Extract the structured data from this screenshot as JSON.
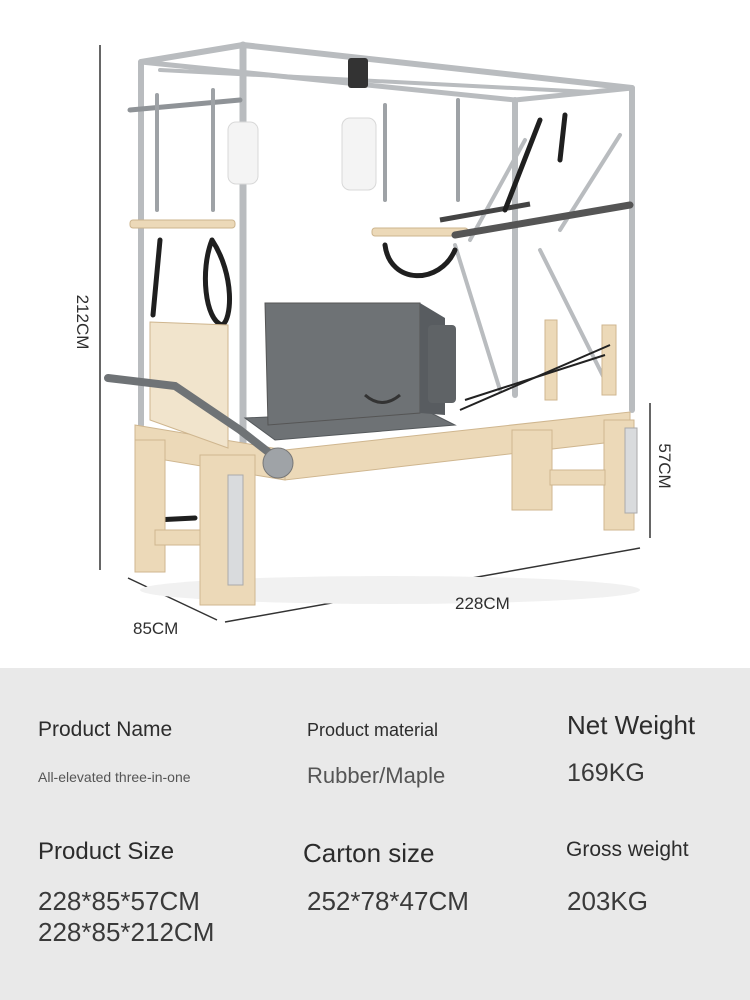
{
  "figure": {
    "dimensions": {
      "height": "212CM",
      "seat_height": "57CM",
      "length": "228CM",
      "width": "85CM"
    }
  },
  "specs": {
    "product_name": {
      "label": "Product Name",
      "value": "All-elevated three-in-one"
    },
    "material": {
      "label": "Product material",
      "value": "Rubber/Maple"
    },
    "net_weight": {
      "label": "Net Weight",
      "value": "169KG"
    },
    "product_size": {
      "label": "Product Size",
      "value_1": "228*85*57CM",
      "value_2": "228*85*212CM"
    },
    "carton_size": {
      "label": "Carton size",
      "value": "252*78*47CM"
    },
    "gross_weight": {
      "label": "Gross weight",
      "value": "203KG"
    }
  },
  "colors": {
    "frame": "#b9bcbf",
    "wood": "#ecd9b8",
    "upholstery": "#6e7275",
    "spec_panel": "#e9e9e9"
  }
}
